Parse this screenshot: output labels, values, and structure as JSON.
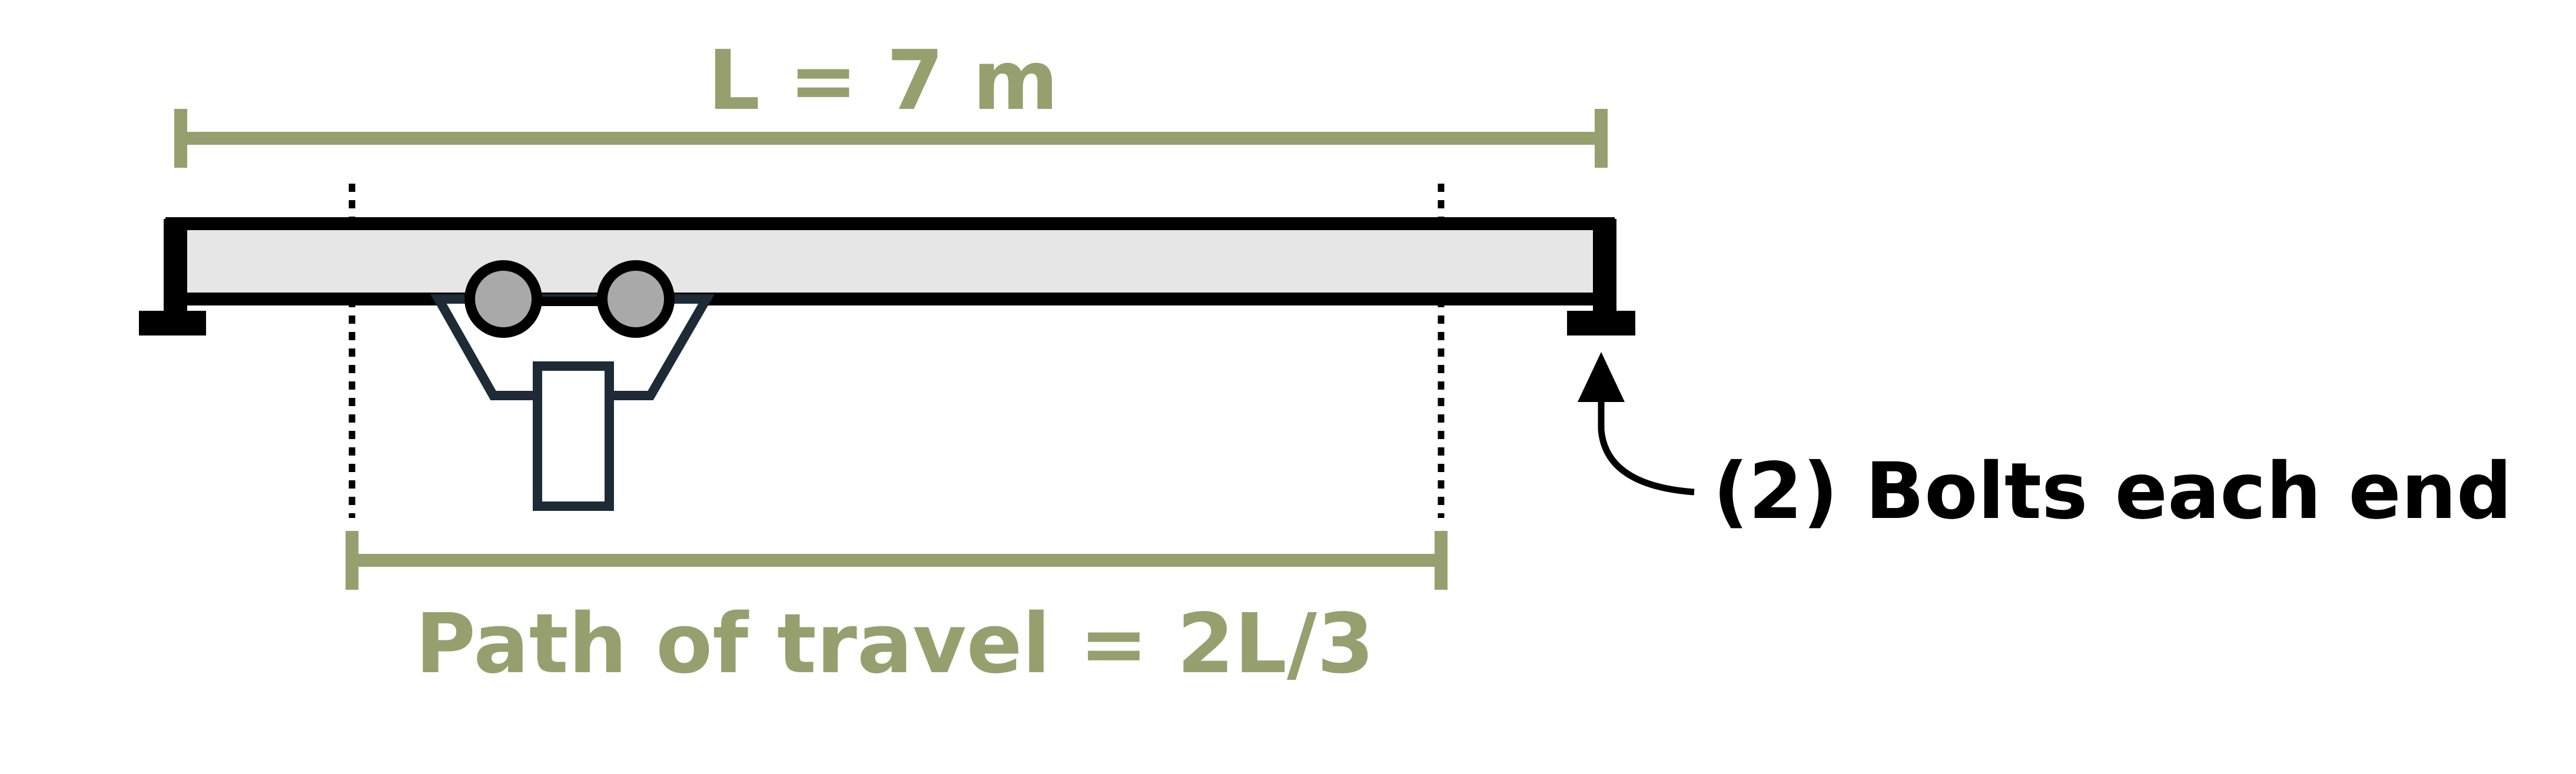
{
  "colors": {
    "dimension": "#96a06e",
    "beam_fill": "#e6e6e6",
    "outline": "#000000",
    "hoist": "#1e2b36",
    "wheel_fill": "#a9a9a9",
    "background": "#ffffff"
  },
  "labels": {
    "span": "L = 7 m",
    "travel": "Path of travel = 2L/3",
    "bolts": "(2) Bolts each end"
  },
  "icons": {
    "bolt_leader": "arrow-up-curved-icon"
  }
}
